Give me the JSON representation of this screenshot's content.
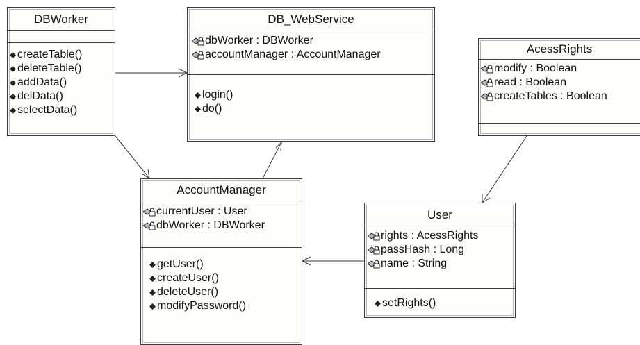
{
  "classes": {
    "dbworker": {
      "name": "DBWorker",
      "attributes": [],
      "operations": [
        "createTable()",
        "deleteTable()",
        "addData()",
        "delData()",
        "selectData()"
      ]
    },
    "webservice": {
      "name": "DB_WebService",
      "attributes": [
        "dbWorker : DBWorker",
        "accountManager : AccountManager"
      ],
      "operations": [
        "login()",
        "do()"
      ]
    },
    "acessrights": {
      "name": "AcessRights",
      "attributes": [
        "modify : Boolean",
        "read : Boolean",
        "createTables : Boolean"
      ],
      "operations": []
    },
    "accountmanager": {
      "name": "AccountManager",
      "attributes": [
        "currentUser : User",
        "dbWorker : DBWorker"
      ],
      "operations": [
        "getUser()",
        "createUser()",
        "deleteUser()",
        "modifyPassword()"
      ]
    },
    "user": {
      "name": "User",
      "attributes": [
        "rights : AcessRights",
        "passHash : Long",
        "name : String"
      ],
      "operations": [
        "setRights()"
      ]
    }
  },
  "icons": {
    "operation": "operation-diamond-icon",
    "attribute": "attribute-lock-icon"
  },
  "colors": {
    "border": "#3c3c3c",
    "line": "#333333",
    "background": "#ffffff"
  }
}
